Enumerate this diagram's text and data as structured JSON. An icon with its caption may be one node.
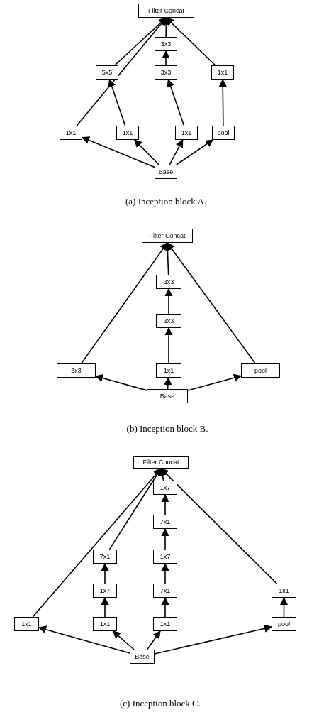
{
  "diagram": {
    "nodes": [
      {
        "text": [
          "Filter Concat"
        ]
      },
      {
        "text": [
          "3x3"
        ]
      },
      {
        "text": [
          "5x5"
        ]
      },
      {
        "text": [
          "3x3"
        ]
      },
      {
        "text": [
          "1x1"
        ]
      },
      {
        "text": [
          "1x1"
        ]
      },
      {
        "text": [
          "1x1"
        ]
      },
      {
        "text": [
          "1x1"
        ]
      },
      {
        "text": [
          "pool"
        ]
      },
      {
        "text": [
          "Base"
        ]
      },
      {
        "text": [
          "Filter Concat"
        ]
      },
      {
        "text": [
          "3x3"
        ]
      },
      {
        "text": [
          "3x3"
        ]
      },
      {
        "text": [
          "3x3"
        ]
      },
      {
        "text": [
          "1x1"
        ]
      },
      {
        "text": [
          "pool"
        ]
      },
      {
        "text": [
          "Base"
        ]
      },
      {
        "text": [
          "Filter Concat"
        ]
      },
      {
        "text": [
          "1x7"
        ]
      },
      {
        "text": [
          "7x1"
        ]
      },
      {
        "text": [
          "7x1"
        ]
      },
      {
        "text": [
          "1x7"
        ]
      },
      {
        "text": [
          "1x7"
        ]
      },
      {
        "text": [
          "7x1"
        ]
      },
      {
        "text": [
          "1x1"
        ]
      },
      {
        "text": [
          "1x1"
        ]
      },
      {
        "text": [
          "1x1"
        ]
      },
      {
        "text": [
          "1x1"
        ]
      },
      {
        "text": [
          "pool"
        ]
      },
      {
        "text": [
          "Base"
        ]
      }
    ],
    "edges": [
      {
        "from": 9,
        "to": 5,
        "arrow": "to"
      },
      {
        "from": 9,
        "to": 6,
        "arrow": "to"
      },
      {
        "from": 9,
        "to": 7,
        "arrow": "to"
      },
      {
        "from": 9,
        "to": 8,
        "arrow": "to"
      },
      {
        "from": 5,
        "to": 0,
        "arrow": "to"
      },
      {
        "from": 6,
        "to": 2,
        "arrow": "to"
      },
      {
        "from": 2,
        "to": 0,
        "arrow": "to"
      },
      {
        "from": 7,
        "to": 3,
        "arrow": "to"
      },
      {
        "from": 3,
        "to": 1,
        "arrow": "to"
      },
      {
        "from": 1,
        "to": 0,
        "arrow": "to"
      },
      {
        "from": 8,
        "to": 4,
        "arrow": "to"
      },
      {
        "from": 4,
        "to": 0,
        "arrow": "to"
      },
      {
        "from": 16,
        "to": 13,
        "arrow": "to"
      },
      {
        "from": 16,
        "to": 14,
        "arrow": "to"
      },
      {
        "from": 16,
        "to": 15,
        "arrow": "to"
      },
      {
        "from": 13,
        "to": 10,
        "arrow": "to"
      },
      {
        "from": 14,
        "to": 12,
        "arrow": "to"
      },
      {
        "from": 12,
        "to": 11,
        "arrow": "to"
      },
      {
        "from": 11,
        "to": 10,
        "arrow": "to"
      },
      {
        "from": 15,
        "to": 10,
        "arrow": "to"
      },
      {
        "from": 29,
        "to": 25,
        "arrow": "to"
      },
      {
        "from": 29,
        "to": 26,
        "arrow": "to"
      },
      {
        "from": 29,
        "to": 27,
        "arrow": "to"
      },
      {
        "from": 29,
        "to": 28,
        "arrow": "to"
      },
      {
        "from": 25,
        "to": 17,
        "arrow": "to"
      },
      {
        "from": 26,
        "to": 22,
        "arrow": "to"
      },
      {
        "from": 22,
        "to": 20,
        "arrow": "to"
      },
      {
        "from": 20,
        "to": 17,
        "arrow": "to"
      },
      {
        "from": 27,
        "to": 23,
        "arrow": "to"
      },
      {
        "from": 23,
        "to": 21,
        "arrow": "to"
      },
      {
        "from": 21,
        "to": 19,
        "arrow": "to"
      },
      {
        "from": 19,
        "to": 18,
        "arrow": "to"
      },
      {
        "from": 18,
        "to": 17,
        "arrow": "to"
      },
      {
        "from": 28,
        "to": 24,
        "arrow": "to"
      },
      {
        "from": 24,
        "to": 17,
        "arrow": "to"
      }
    ],
    "labels": [
      "(a) Inception block A.",
      "(b) Inception block B.",
      "(c) Inception block C."
    ]
  }
}
